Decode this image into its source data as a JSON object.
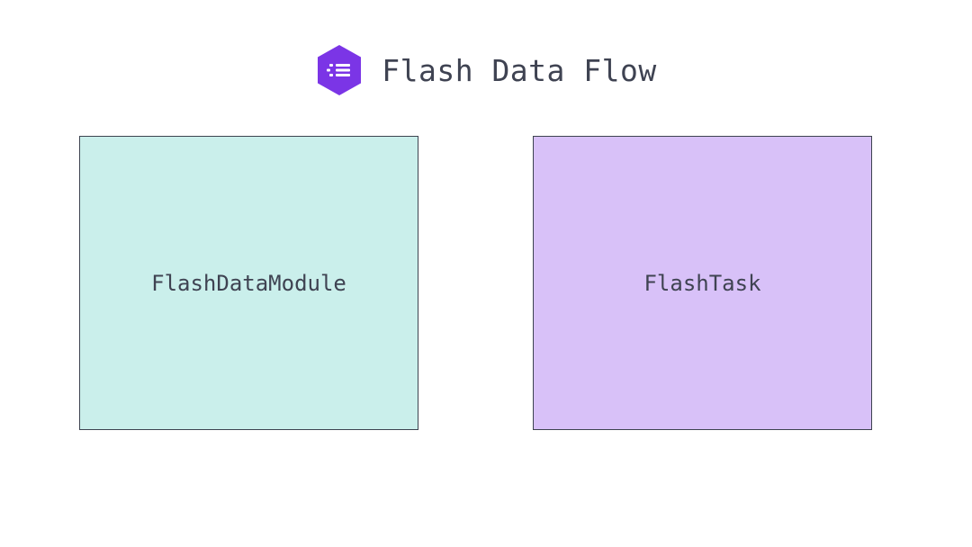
{
  "header": {
    "title": "Flash Data Flow",
    "logo_icon": "list-hexagon-icon",
    "logo_color": "#7b35e6"
  },
  "nodes": [
    {
      "label": "FlashDataModule",
      "fill": "#caefeb"
    },
    {
      "label": "FlashTask",
      "fill": "#d8c1f8"
    }
  ]
}
